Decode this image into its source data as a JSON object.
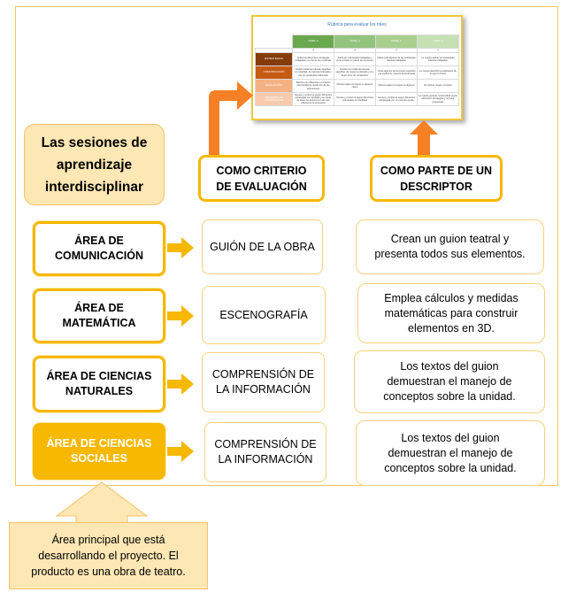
{
  "session_title": [
    "Las sesiones de",
    "aprendizaje",
    "interdisciplinar"
  ],
  "headers": {
    "criterio": [
      "COMO CRITERIO",
      "DE EVALUACIÓN"
    ],
    "descriptor": [
      "COMO PARTE DE UN",
      "DESCRIPTOR"
    ]
  },
  "rows": [
    {
      "area": [
        "ÁREA DE",
        "COMUNICACIÓN"
      ],
      "criterio": [
        "GUIÓN DE LA OBRA"
      ],
      "descriptor": [
        "Crean un guion teatral y",
        "presenta todos sus elementos."
      ],
      "highlight": false
    },
    {
      "area": [
        "ÁREA DE",
        "MATEMÁTICA"
      ],
      "criterio": [
        "ESCENOGRAFÍA"
      ],
      "descriptor": [
        "Emplea cálculos y medidas",
        "matemáticas para construir",
        "elementos en 3D."
      ],
      "highlight": false
    },
    {
      "area": [
        "ÁREA DE CIENCIAS",
        "NATURALES"
      ],
      "criterio": [
        "COMPRENSIÓN DE",
        "LA INFORMACIÓN"
      ],
      "descriptor": [
        "Los textos del guion",
        "demuestran el manejo de",
        "conceptos sobre la unidad."
      ],
      "highlight": false
    },
    {
      "area": [
        "ÁREA DE CIENCIAS",
        "SOCIALES"
      ],
      "criterio": [
        "COMPRENSIÓN DE",
        "LA INFORMACIÓN"
      ],
      "descriptor": [
        "Los textos del guion",
        "demuestran el manejo de",
        "conceptos sobre la unidad."
      ],
      "highlight": true
    }
  ],
  "note": [
    "Área principal que está",
    "desarrollando el proyecto. El",
    "producto es una obra de teatro."
  ],
  "rubric": {
    "title": "Rúbrica para evaluar los roles",
    "levels": [
      "NIVEL 4",
      "NIVEL 3",
      "NIVEL 2",
      "NIVEL 1"
    ],
    "level_nums": [
      "4",
      "3",
      "2",
      "1"
    ],
    "criteria": [
      "ESTRATEGIAS",
      "COMUNICACIÓN",
      "EVALUACIÓN",
      "CREACIÓN DE PROPUESTAS"
    ],
    "cells": [
      [
        "Aplica las diferentes estrategias trabajadas y la forma son explícitas",
        "Aplica las estrategias trabajadas y pone énfasis en pasos de expresión",
        "Aplica solo algunas de las estrategias básicas trabajadas",
        "Le cuesta aplicar las estrategias básicas trabajadas"
      ],
      [
        "Explica todas las pausas seguidas con claridad, de manera ordenada y con un vocabulario adecuado",
        "Explica con todas las pausas seguidas, de manera ordenada y con algún error de vocabulario",
        "Omite algunos de los pasos seguidos y la explica de manera desordenada",
        "Le cuesta describir la explicación de lo que ha hecho"
      ],
      [
        "Razona con diferentes conceptos para facilitar la resolución de las operaciones",
        "Razona algún concepto en algunos casos",
        "Razona algún concepto en algunos",
        "No razona ningún concepto"
      ],
      [
        "Genera y conforma según diferentes estrategias con facilidad y se capaz de idear las acciones en las que plantea de la propuesta",
        "Genera y conforma según diferentes estrategias con facilidad",
        "Genera y conforma según diferentes estrategias con un poco de ayuda",
        "Le cuesta generar conformidad según diferentes estrategias y no hace propuestas"
      ]
    ],
    "level_colors": [
      "#6aa84f",
      "#93c47d",
      "#a9cf8e",
      "#c6e0b4"
    ],
    "criteria_colors": [
      "#843c0c",
      "#c55a11",
      "#f4b183",
      "#f8cbad"
    ]
  },
  "colors": {
    "accent": "#f6b800",
    "arrow_orange": "#f58025",
    "fill_light": "#fde7b4"
  }
}
